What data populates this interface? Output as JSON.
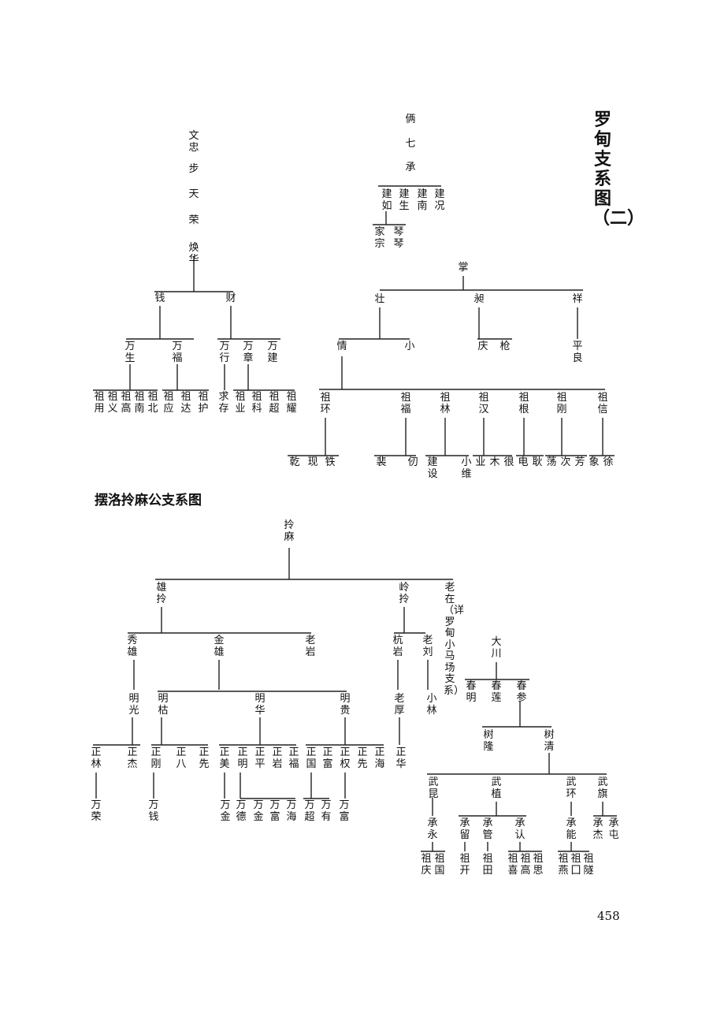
{
  "title_luodian": "罗甸支系图（二）",
  "title_bailuo": "摆洛拎麻公支系图",
  "page_number": "458",
  "names": {
    "wenzhong": "文忠",
    "bu": "步",
    "tian": "天",
    "rong": "荣",
    "huanhua": "焕华",
    "qian": "钱",
    "cai": "财",
    "wansheng": "万生",
    "wanfu": "万福",
    "wanxing": "万行",
    "wanchang": "万章",
    "wanjian": "万建",
    "zuyong": "祖用",
    "zuyi": "祖义",
    "zugao": "祖高",
    "zunan": "祖南",
    "zubei": "祖北",
    "zuying": "祖应",
    "zuda": "祖达",
    "zuhu": "祖护",
    "qiucun": "求存",
    "zuye": "祖业",
    "zuke": "祖科",
    "zuchao": "祖超",
    "zuyao": "祖耀",
    "liang": "俩",
    "qi": "七",
    "cheng": "承",
    "jianru": "建如",
    "jiansheng": "建生",
    "jiannan": "建南",
    "jiankuang": "建况",
    "jiazong": "家宗",
    "qinqin": "琴琴",
    "zhang": "掌",
    "zhuang": "壮",
    "chang": "昶",
    "xiang": "祥",
    "qing": "情",
    "xiao": "小",
    "qingfu": "庆",
    "lun": "枪",
    "pingliang": "平良",
    "zuhuan": "祖环",
    "zufu2": "祖福",
    "zulin": "祖林",
    "zuhan": "祖汉",
    "zugen": "祖根",
    "zugang": "祖刚",
    "zuxin": "祖信",
    "qian2": "乾",
    "xian": "现",
    "tie": "铁",
    "pei": "裴",
    "ren": "仞",
    "jianshe": "建设",
    "xiaowei": "小维",
    "ye": "业",
    "mu": "木",
    "hen": "很",
    "dian": "电",
    "qiu": "耿",
    "dang": "荡",
    "ci": "次",
    "fang": "芳",
    "xiang2": "象",
    "xu": "徐",
    "linma": "拎麻",
    "xionglin": "雄拎",
    "linglin": "岭拎",
    "laozai": "老在（详罗甸小马场支系）",
    "xiuxiong": "秀雄",
    "jinxiong": "金雄",
    "laoyan": "老岩",
    "hangyan": "杭岩",
    "laoliu": "老刘",
    "tianchuan": "大川",
    "chunming": "春明",
    "chunlian": "春莲",
    "chunshen": "春参",
    "mingguang": "明光",
    "mingzhan": "明枯",
    "minghua": "明华",
    "minggui": "明贵",
    "laohou": "老厚",
    "xiaolin": "小林",
    "shulong": "树隆",
    "shuqing": "树清",
    "zhenglin": "正林",
    "zhengjie": "正杰",
    "zhenggang": "正刚",
    "zhengba": "正八",
    "zhengxian": "正先",
    "zhengmei": "正美",
    "zhengming": "正明",
    "zhengping": "正平",
    "zhengyan": "正岩",
    "zhengfu": "正福",
    "zhengguo": "正国",
    "zhengfu2": "正富",
    "zhengquan": "正权",
    "zhengxian2": "正先",
    "zhenghai": "正海",
    "zhenghua": "正华",
    "wanrong": "万荣",
    "wanqian": "万钱",
    "wanjin": "万金",
    "wande": "万德",
    "wanjin2": "万金",
    "wanfu3": "万富",
    "wanhai": "万海",
    "wanchao": "万超",
    "wanyou": "万有",
    "wanfu4": "万富",
    "wukun": "武昆",
    "wuzhi": "武植",
    "wuhuan": "武环",
    "wuqi": "武旗",
    "chengyong": "承永",
    "chengliu": "承留",
    "chengguan": "承管",
    "chengren": "承认",
    "chengneng": "承能",
    "chengjie": "承杰",
    "chengtun": "承屯",
    "zuqing": "祖庆",
    "zuguo": "祖国",
    "zukai": "祖开",
    "zutian": "祖田",
    "zuxi": "祖喜",
    "zugao2": "祖高",
    "zusi": "祖思",
    "zuyan": "祖燕",
    "zukou": "祖囗",
    "zusui": "祖隧"
  }
}
